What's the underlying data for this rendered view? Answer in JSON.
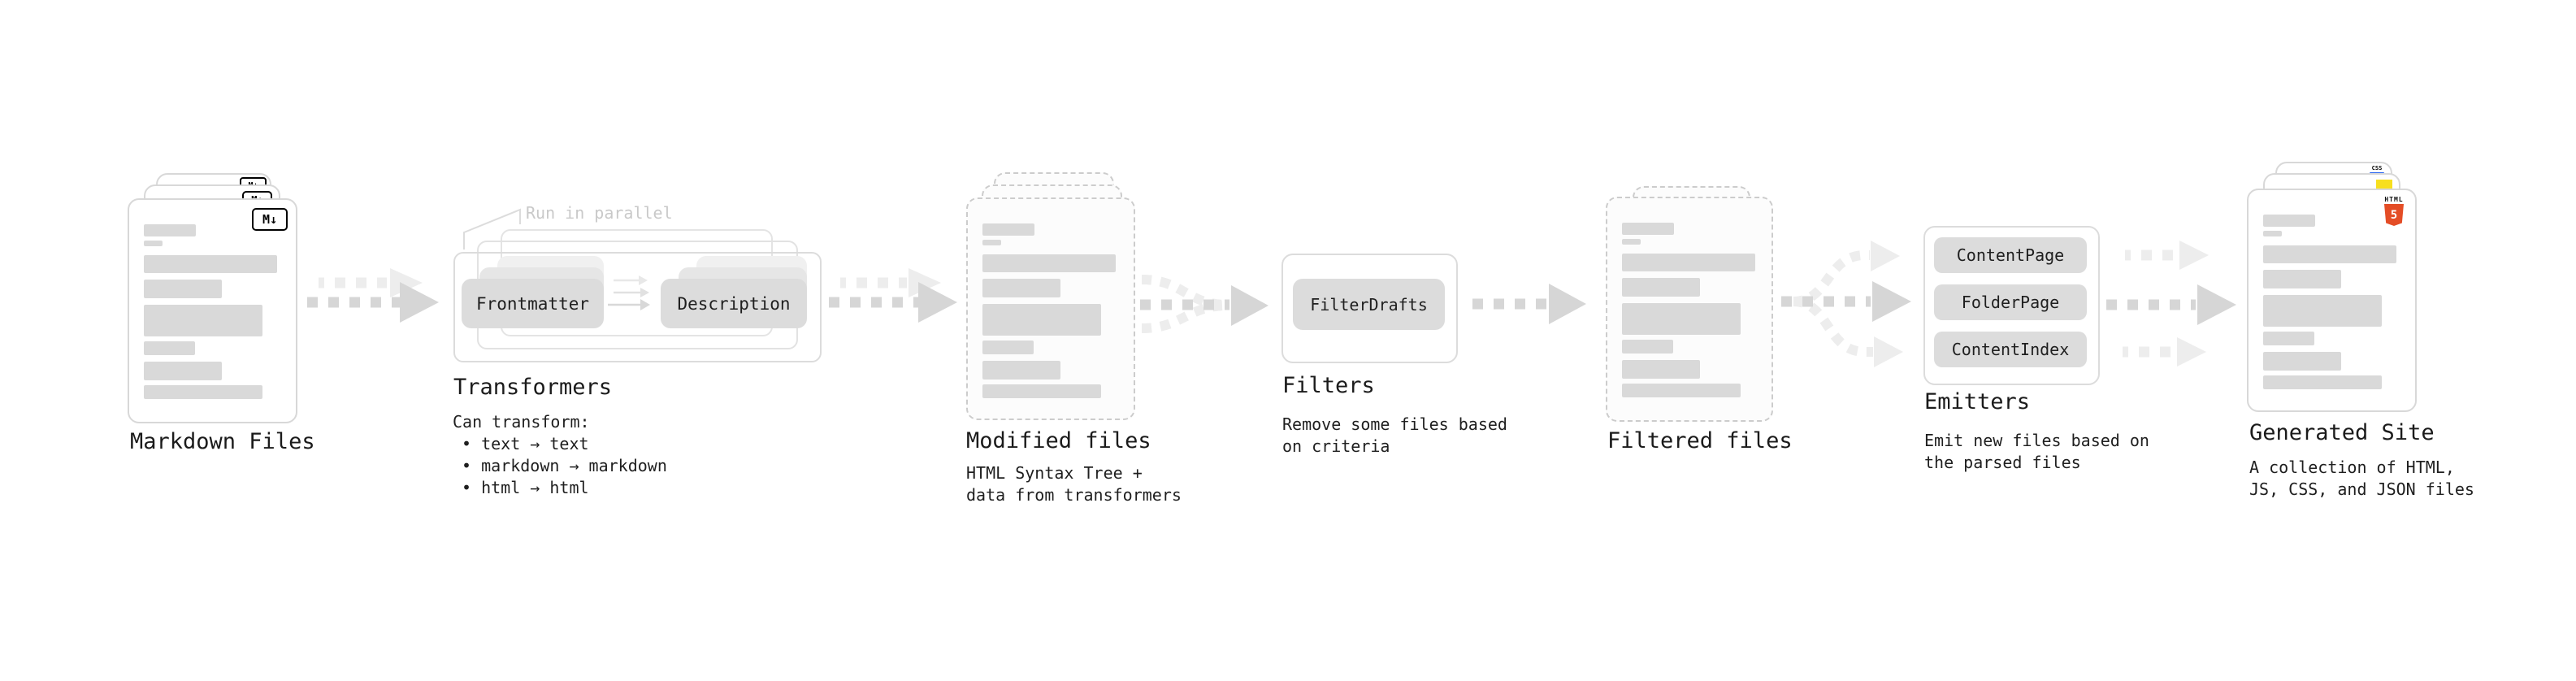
{
  "stages": {
    "markdown": {
      "title": "Markdown Files"
    },
    "transformers": {
      "title": "Transformers",
      "note": "Run in parallel",
      "pills": {
        "left": "Frontmatter",
        "right": "Description"
      },
      "desc": [
        "Can transform:",
        "• text → text",
        "• markdown → markdown",
        "• html → html"
      ]
    },
    "modified": {
      "title": "Modified files",
      "desc": [
        "HTML Syntax Tree +",
        "data from transformers"
      ]
    },
    "filters": {
      "title": "Filters",
      "pill": "FilterDrafts",
      "desc": [
        "Remove some files based",
        "on criteria"
      ]
    },
    "filtered": {
      "title": "Filtered files"
    },
    "emitters": {
      "title": "Emitters",
      "pills": [
        "ContentPage",
        "FolderPage",
        "ContentIndex"
      ],
      "desc": [
        "Emit new files based on",
        "the parsed files"
      ]
    },
    "generated": {
      "title": "Generated Site",
      "desc": [
        "A collection of HTML,",
        "JS, CSS, and JSON files"
      ]
    }
  },
  "badges": {
    "markdown": "M↓",
    "html5": {
      "label": "HTML",
      "number": "5"
    },
    "css": "CSS"
  },
  "colors": {
    "markdown_badge_border": "#000000",
    "html5_orange": "#e44d26",
    "js_yellow": "#f7df1e",
    "css_blue": "#2965f1",
    "pill_gray": "#dcdcdc",
    "arrow_gray": "#d6d6d6",
    "light_arrow_gray": "#ededed",
    "note_gray": "#c9c9c9"
  }
}
